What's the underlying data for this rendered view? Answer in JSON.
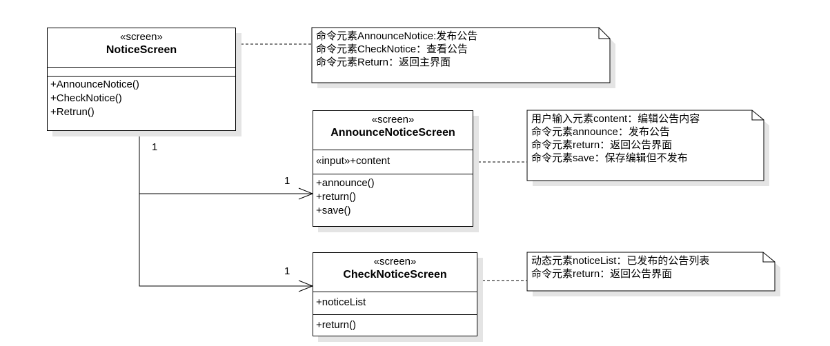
{
  "classes": {
    "notice_screen": {
      "stereotype": "«screen»",
      "name": "NoticeScreen",
      "attributes": [],
      "operations": [
        "+AnnounceNotice()",
        "+CheckNotice()",
        "+Retrun()"
      ]
    },
    "announce_notice_screen": {
      "stereotype": "«screen»",
      "name": "AnnounceNoticeScreen",
      "attributes": [
        "«input»+content"
      ],
      "operations": [
        "+announce()",
        "+return()",
        "+save()"
      ]
    },
    "check_notice_screen": {
      "stereotype": "«screen»",
      "name": "CheckNoticeScreen",
      "attributes": [
        "+noticeList"
      ],
      "operations": [
        "+return()"
      ]
    }
  },
  "notes": {
    "notice_screen_note": [
      "命令元素AnnounceNotice:发布公告",
      "命令元素CheckNotice：查看公告",
      "命令元素Return：返回主界面"
    ],
    "announce_note": [
      "用户输入元素content：编辑公告内容",
      "命令元素announce：发布公告",
      "命令元素return：返回公告界面",
      "命令元素save：保存编辑但不发布"
    ],
    "check_note": [
      "动态元素noticeList：已发布的公告列表",
      "命令元素return：返回公告界面"
    ]
  },
  "multiplicities": {
    "source": "1",
    "announce_target": "1",
    "check_target": "1"
  },
  "colors": {
    "line": "#000000",
    "shadow": "#e4e4e4",
    "background": "#ffffff"
  }
}
